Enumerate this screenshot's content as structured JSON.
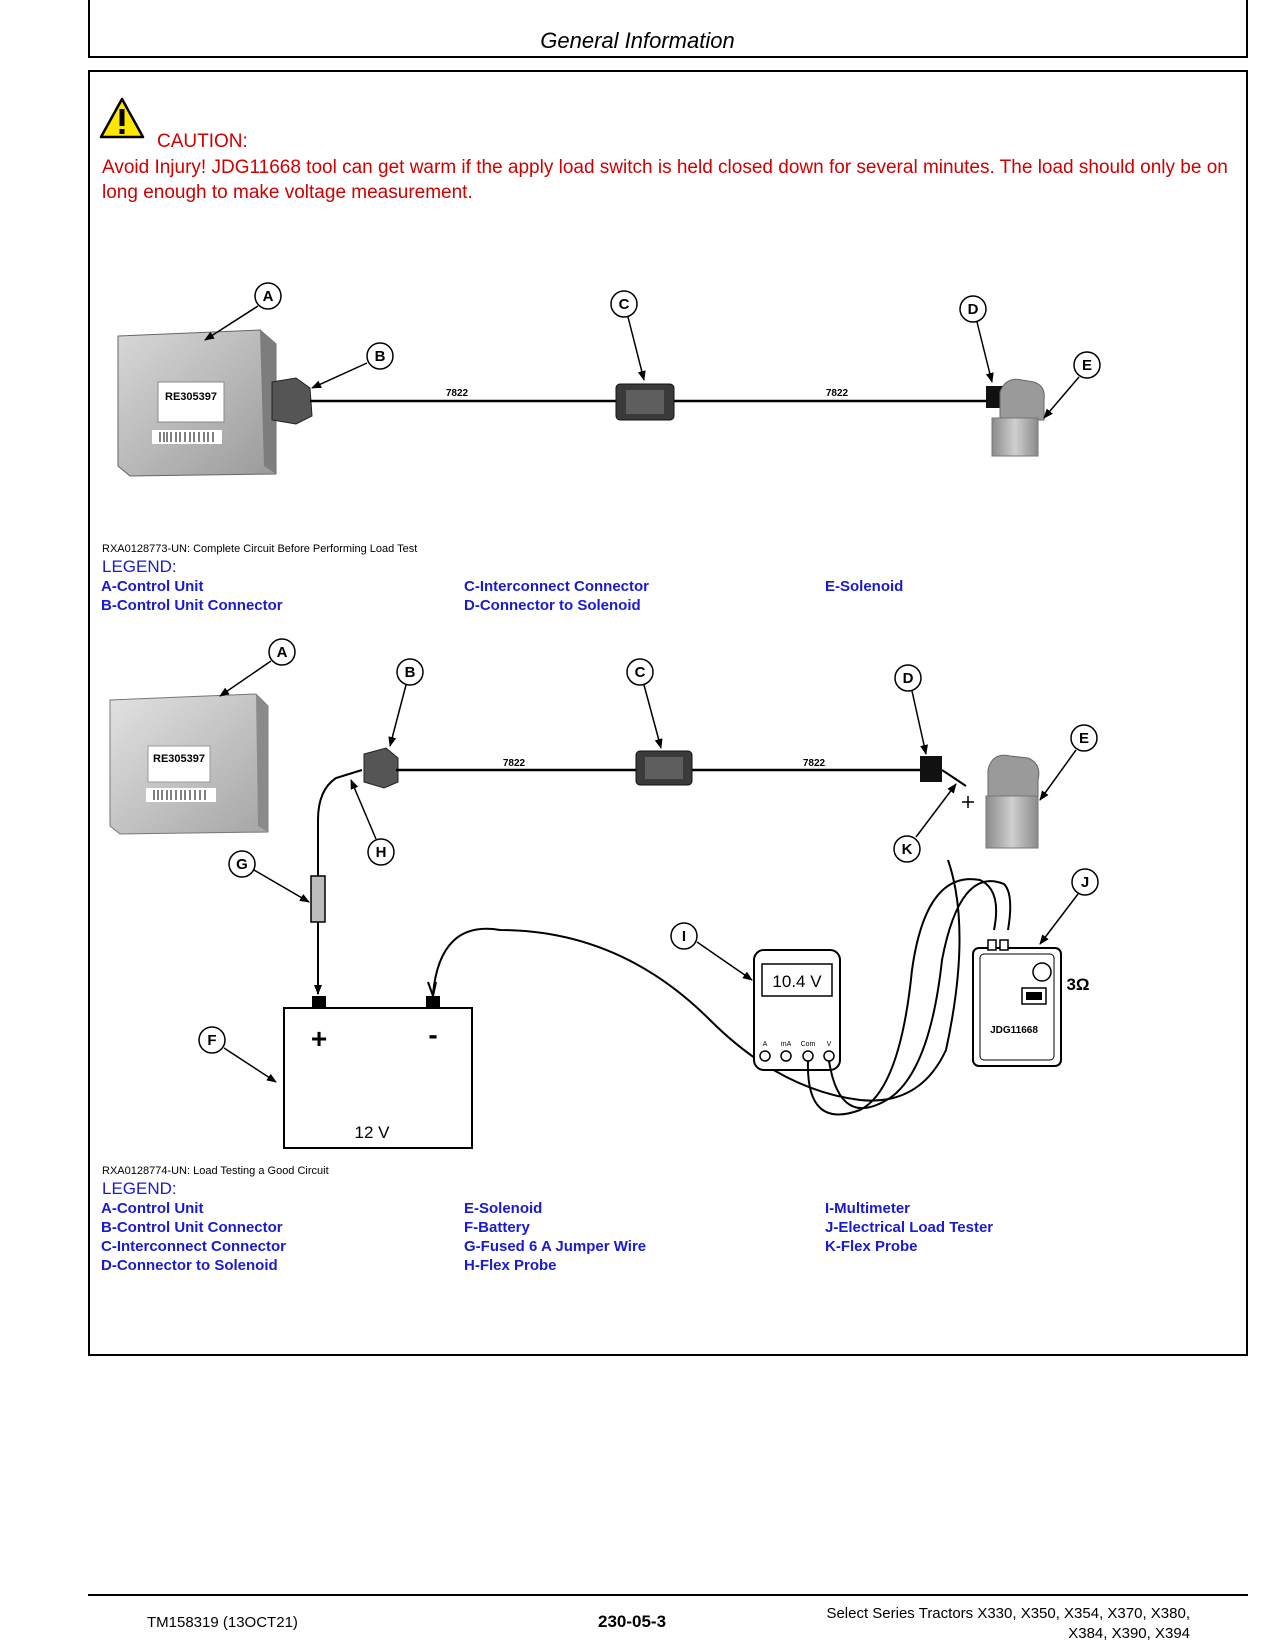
{
  "header": {
    "title": "General Information"
  },
  "caution": {
    "label": "CAUTION:",
    "text": "Avoid Injury! JDG11668 tool can get warm if the apply load switch is held closed down for several minutes. The load should only be on long enough to make voltage measurement."
  },
  "figure1": {
    "caption": "RXA0128773-UN: Complete Circuit Before Performing Load Test",
    "wire_label": "7822",
    "callouts": [
      "A",
      "B",
      "C",
      "D",
      "E"
    ],
    "control_unit_part": "RE305397",
    "legend_title": "LEGEND:",
    "legend": [
      "A-Control Unit",
      "B-Control Unit Connector",
      "C-Interconnect Connector",
      "D-Connector to Solenoid",
      "E-Solenoid"
    ]
  },
  "figure2": {
    "caption": "RXA0128774-UN: Load Testing a Good Circuit",
    "wire_label": "7822",
    "callouts": [
      "A",
      "B",
      "C",
      "D",
      "E",
      "F",
      "G",
      "H",
      "I",
      "J",
      "K"
    ],
    "control_unit_part": "RE305397",
    "multimeter_reading": "10.4 V",
    "multimeter_terminals": [
      "A",
      "mA",
      "Com",
      "V"
    ],
    "battery_voltage": "12 V",
    "battery_plus": "+",
    "battery_minus": "-",
    "load_tester_model": "JDG11668",
    "load_tester_resistance": "3Ω",
    "legend_title": "LEGEND:",
    "legend": [
      "A-Control Unit",
      "B-Control Unit Connector",
      "C-Interconnect Connector",
      "D-Connector to Solenoid",
      "E-Solenoid",
      "F-Battery",
      "G-Fused 6 A Jumper Wire",
      "H-Flex Probe",
      "I-Multimeter",
      "J-Electrical Load Tester",
      "K-Flex Probe"
    ]
  },
  "footer": {
    "doc_id": "TM158319 (13OCT21)",
    "page": "230-05-3",
    "models_line1": "Select Series Tractors X330, X350, X354, X370, X380,",
    "models_line2": "X384, X390, X394"
  }
}
